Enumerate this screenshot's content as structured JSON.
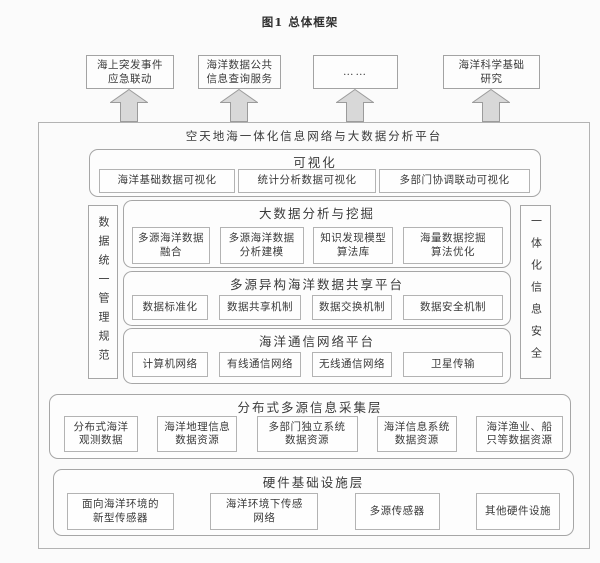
{
  "figure_title": "图1 总体框架",
  "top_boxes": [
    {
      "label": "海上突发事件\n应急联动"
    },
    {
      "label": "海洋数据公共\n信息查询服务"
    },
    {
      "label": "……"
    },
    {
      "label": "海洋科学基础\n研究"
    }
  ],
  "platform": {
    "title": "空天地海一体化信息网络与大数据分析平台",
    "left_rail": "数据统一管理规范",
    "right_rail": "一体化信息安全",
    "sections": {
      "visualization": {
        "title": "可视化",
        "items": [
          "海洋基础数据可视化",
          "统计分析数据可视化",
          "多部门协调联动可视化"
        ]
      },
      "bigdata": {
        "title": "大数据分析与挖掘",
        "items": [
          "多源海洋数据\n融合",
          "多源海洋数据\n分析建模",
          "知识发现模型\n算法库",
          "海量数据挖掘\n算法优化"
        ]
      },
      "sharing": {
        "title": "多源异构海洋数据共享平台",
        "items": [
          "数据标准化",
          "数据共享机制",
          "数据交换机制",
          "数据安全机制"
        ]
      },
      "network": {
        "title": "海洋通信网络平台",
        "items": [
          "计算机网络",
          "有线通信网络",
          "无线通信网络",
          "卫星传输"
        ]
      },
      "collection": {
        "title": "分布式多源信息采集层",
        "items": [
          "分布式海洋\n观测数据",
          "海洋地理信息\n数据资源",
          "多部门独立系统\n数据资源",
          "海洋信息系统\n数据资源",
          "海洋渔业、船\n只等数据资源"
        ]
      },
      "hardware": {
        "title": "硬件基础设施层",
        "items": [
          "面向海洋环境的\n新型传感器",
          "海洋环境下传感\n网络",
          "多源传感器",
          "其他硬件设施"
        ]
      }
    }
  },
  "colors": {
    "border_outer": "#b3b3b3",
    "border_section": "#a6a6a6",
    "arrow_fill": "#d8d8d8",
    "arrow_stroke": "#9b9b9b",
    "text": "#3a3a3a",
    "background": "#fbfbfb"
  }
}
